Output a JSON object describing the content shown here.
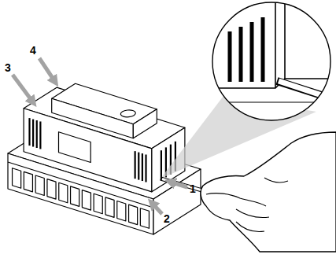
{
  "diagram": {
    "labels": [
      "4",
      "3",
      "1",
      "2"
    ]
  }
}
